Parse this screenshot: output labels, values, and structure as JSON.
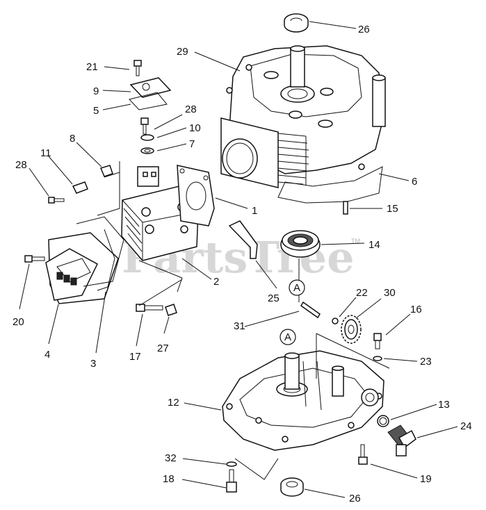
{
  "diagram": {
    "watermark": "PartsTree",
    "watermark_mark": "TM",
    "reference_marks": [
      "A",
      "A"
    ],
    "callouts": [
      {
        "id": "c26a",
        "label": "26"
      },
      {
        "id": "c29",
        "label": "29"
      },
      {
        "id": "c21",
        "label": "21"
      },
      {
        "id": "c9",
        "label": "9"
      },
      {
        "id": "c5",
        "label": "5"
      },
      {
        "id": "c28a",
        "label": "28"
      },
      {
        "id": "c10",
        "label": "10"
      },
      {
        "id": "c7",
        "label": "7"
      },
      {
        "id": "c8",
        "label": "8"
      },
      {
        "id": "c11",
        "label": "11"
      },
      {
        "id": "c28b",
        "label": "28"
      },
      {
        "id": "c6",
        "label": "6"
      },
      {
        "id": "c1",
        "label": "1"
      },
      {
        "id": "c15",
        "label": "15"
      },
      {
        "id": "c14",
        "label": "14"
      },
      {
        "id": "c2",
        "label": "2"
      },
      {
        "id": "c25",
        "label": "25"
      },
      {
        "id": "c22",
        "label": "22"
      },
      {
        "id": "c30",
        "label": "30"
      },
      {
        "id": "c16",
        "label": "16"
      },
      {
        "id": "c31",
        "label": "31"
      },
      {
        "id": "c20",
        "label": "20"
      },
      {
        "id": "c4",
        "label": "4"
      },
      {
        "id": "c3",
        "label": "3"
      },
      {
        "id": "c17",
        "label": "17"
      },
      {
        "id": "c27",
        "label": "27"
      },
      {
        "id": "c23",
        "label": "23"
      },
      {
        "id": "c12",
        "label": "12"
      },
      {
        "id": "c13",
        "label": "13"
      },
      {
        "id": "c24",
        "label": "24"
      },
      {
        "id": "c32",
        "label": "32"
      },
      {
        "id": "c19",
        "label": "19"
      },
      {
        "id": "c18",
        "label": "18"
      },
      {
        "id": "c26b",
        "label": "26"
      }
    ]
  }
}
